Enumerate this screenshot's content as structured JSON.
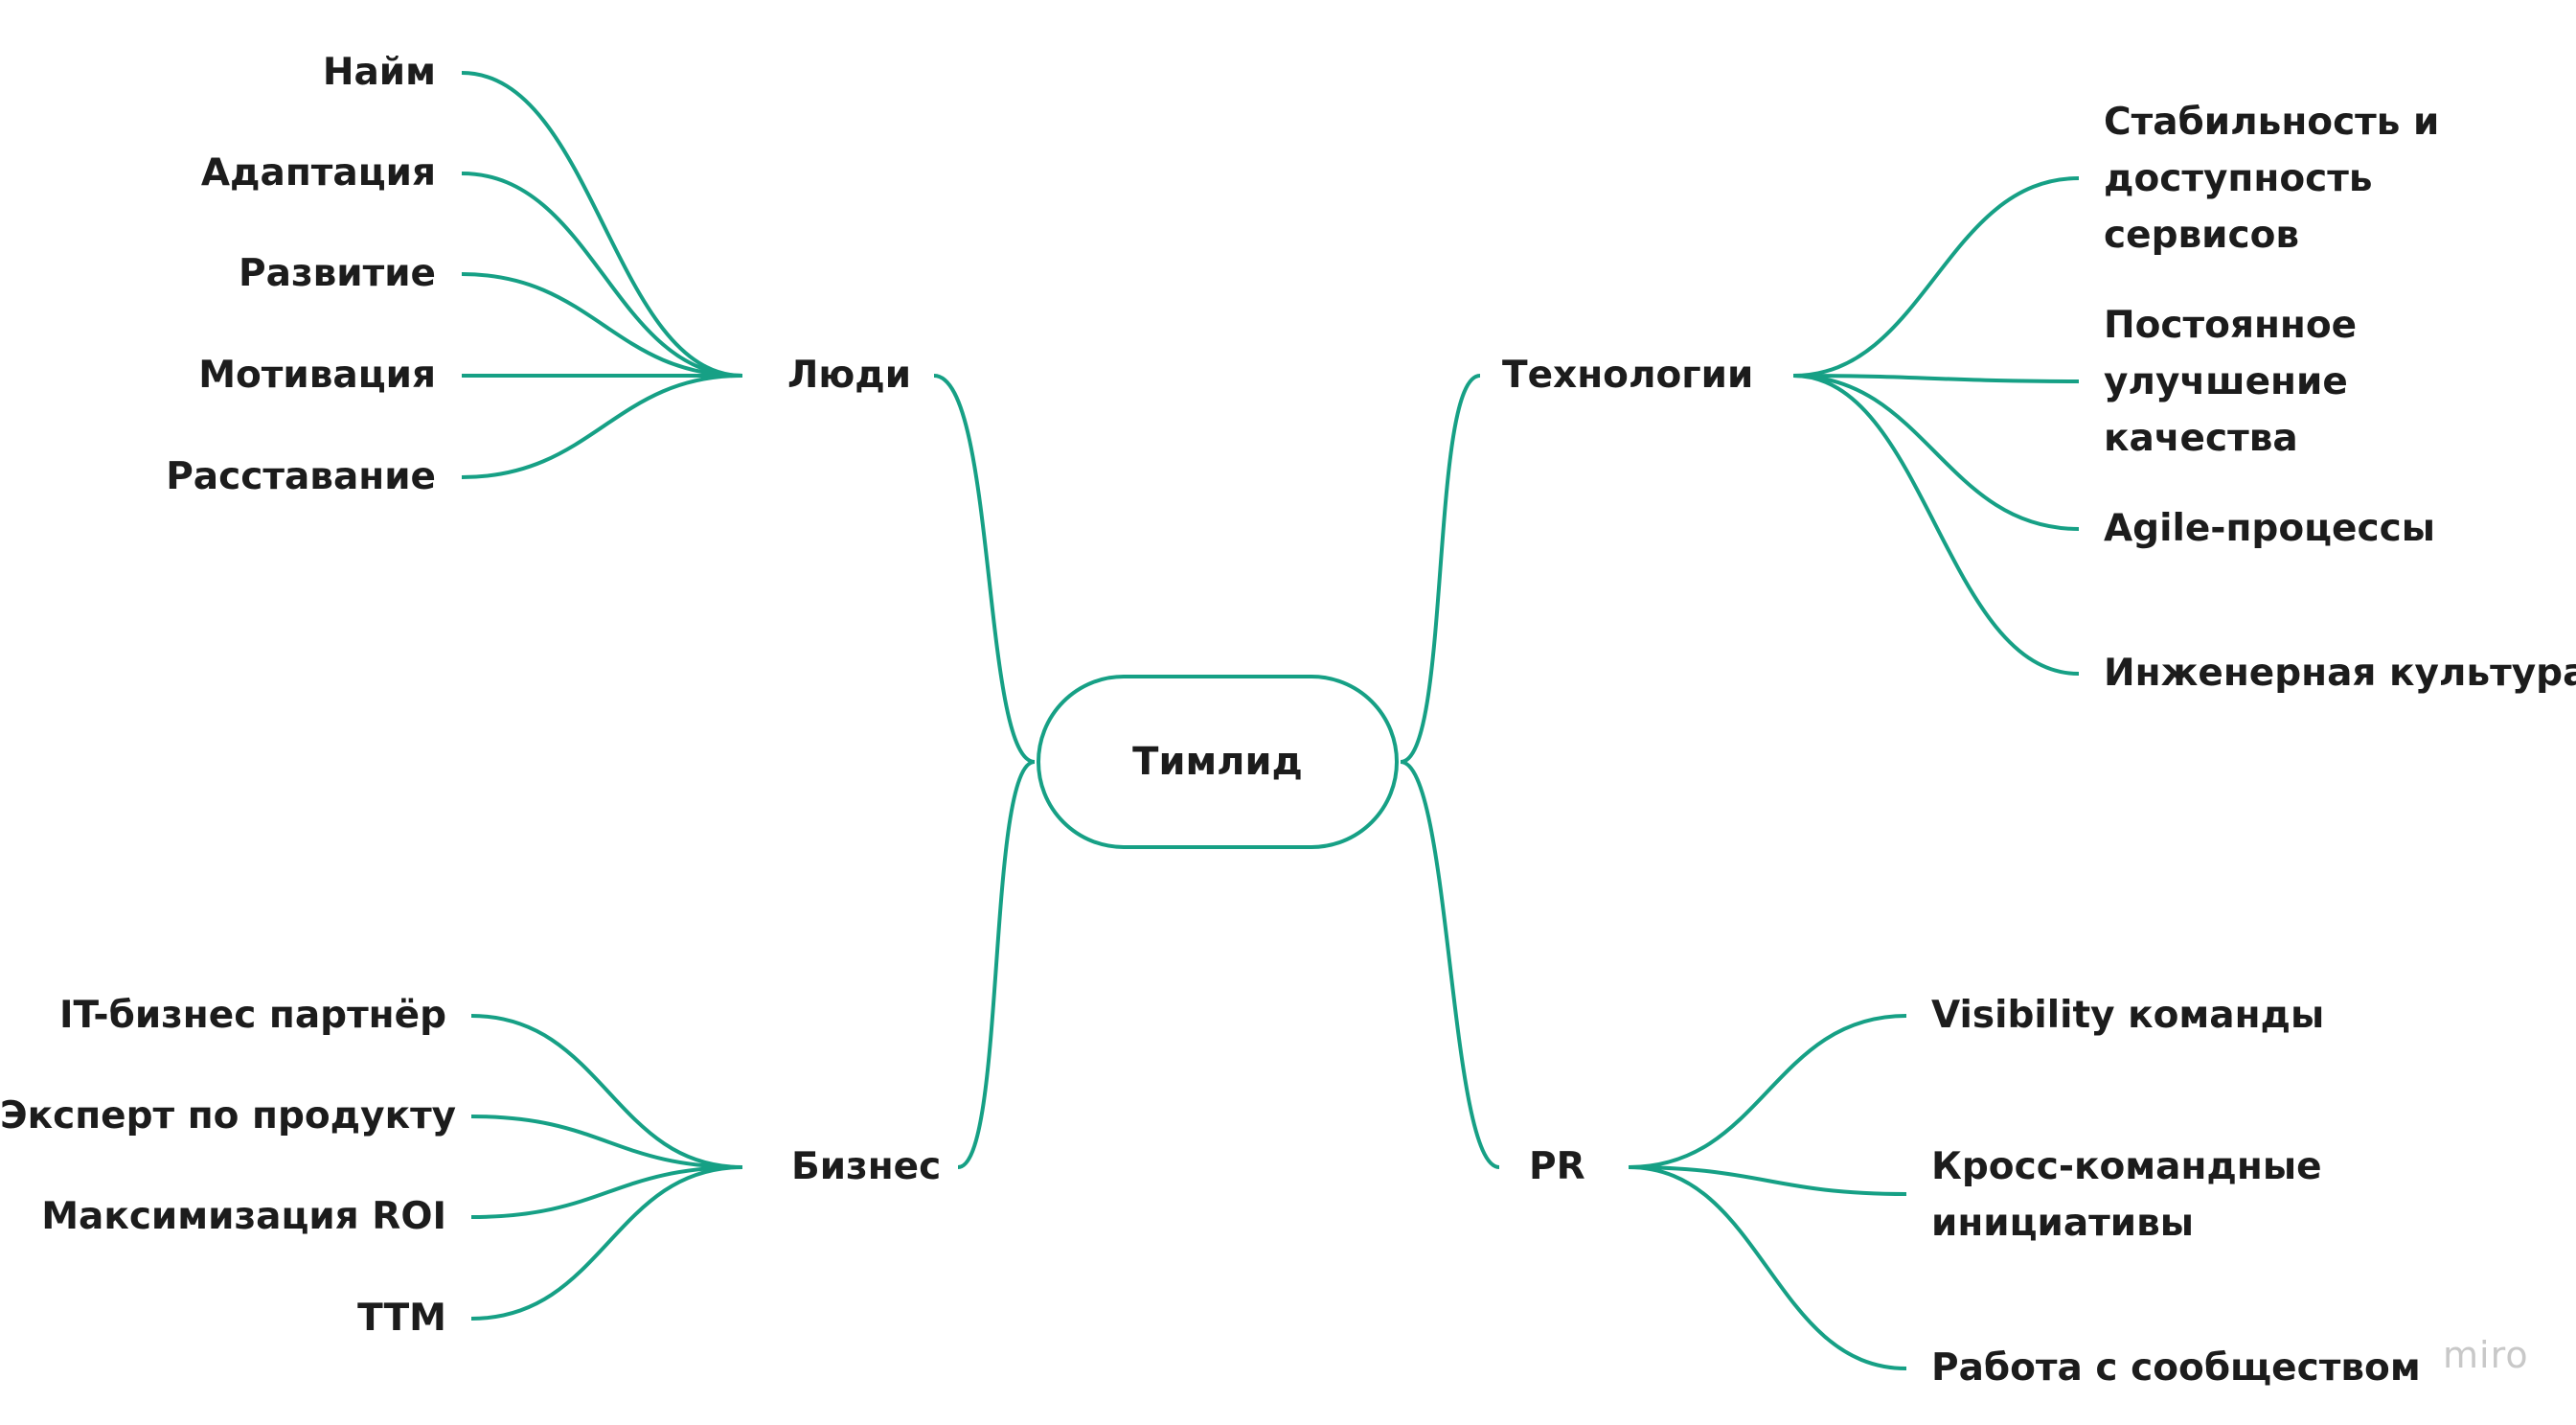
{
  "colors": {
    "line": "#16a085",
    "text": "#1c1c1c"
  },
  "root": "Тимлид",
  "branches": {
    "people": {
      "label": "Люди",
      "children": [
        "Найм",
        "Адаптация",
        "Развитие",
        "Мотивация",
        "Расставание"
      ]
    },
    "business": {
      "label": "Бизнес",
      "children": [
        "IT-бизнес партнёр",
        "Эксперт по продукту",
        "Максимизация ROI",
        "TTM"
      ]
    },
    "tech": {
      "label": "Технологии",
      "children": [
        "Стабильность и\nдоступность\nсервисов",
        "Постоянное\nулучшение\nкачества",
        "Agile-процессы",
        "Инженерная культура"
      ]
    },
    "pr": {
      "label": "PR",
      "children": [
        "Visibility команды",
        "Кросс-командные\nинициативы",
        "Работа с сообществом"
      ]
    }
  },
  "watermark": "miro"
}
